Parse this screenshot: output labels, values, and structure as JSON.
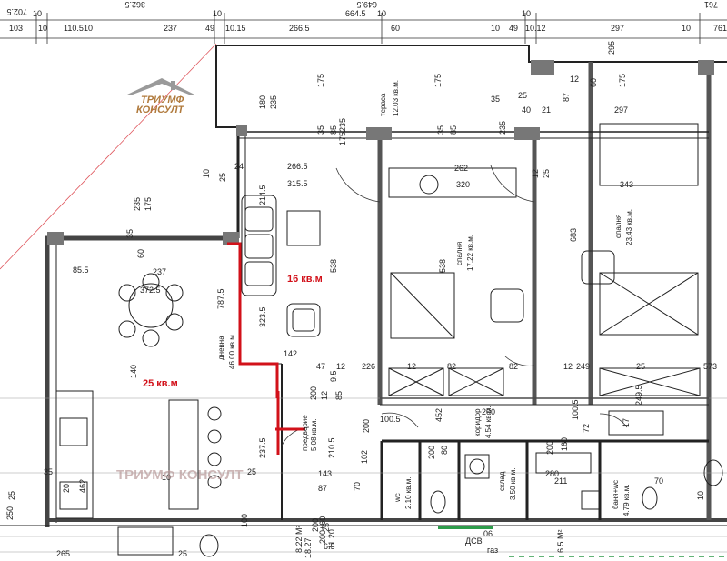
{
  "logo": {
    "line1": "ТРИУМФ",
    "line2": "КОНСУЛТ"
  },
  "watermark": "ТРИУМФ КОНСУЛТ",
  "highlights": [
    {
      "id": "area-16",
      "text": "16 кв.м"
    },
    {
      "id": "area-25",
      "text": "25 кв.м"
    }
  ],
  "rooms": [
    {
      "id": "terrace",
      "name": "тераса",
      "area": "12.03 кв.м."
    },
    {
      "id": "bedroom1",
      "name": "спалня",
      "area": "17.22 кв.м."
    },
    {
      "id": "bedroom2",
      "name": "спалня",
      "area": "23.43 кв.м."
    },
    {
      "id": "living",
      "name": "дневна",
      "area": "46.00 кв.м."
    },
    {
      "id": "hall",
      "name": "предверие",
      "area": "5.08 кв.м."
    },
    {
      "id": "corridor",
      "name": "коридор",
      "area": "4.54 кв.м."
    },
    {
      "id": "storage",
      "name": "склад",
      "area": "3.50 кв.м."
    },
    {
      "id": "bath",
      "name": "баня+wc",
      "area": "4.79 кв.м."
    },
    {
      "id": "wc",
      "name": "wc",
      "area": "2.10 кв.м."
    }
  ],
  "top_dims": {
    "row1": [
      "10",
      "702.5",
      "10",
      "362.5",
      "10",
      "649.5",
      "10",
      "761"
    ],
    "row2": [
      "103",
      "10",
      "110.5",
      "10",
      "237",
      "49",
      "10.15",
      "266.5",
      "60",
      "664.5",
      "10",
      "49",
      "10.12",
      "297",
      "10",
      "761"
    ]
  },
  "dimensions": [
    "180",
    "235",
    "175",
    "175",
    "175",
    "60",
    "295",
    "175",
    "297",
    "35",
    "85",
    "235",
    "35",
    "85",
    "235",
    "87",
    "12",
    "25",
    "35",
    "21",
    "40",
    "266.5",
    "315.5",
    "24",
    "25",
    "10",
    "262",
    "320",
    "343",
    "12",
    "25",
    "214.5",
    "538",
    "538",
    "683",
    "235",
    "175",
    "35",
    "60",
    "85.5",
    "237",
    "372.5",
    "787.5",
    "323.5",
    "142",
    "47",
    "12",
    "226",
    "12",
    "82",
    "82",
    "12",
    "249",
    "25",
    "573",
    "140",
    "200",
    "12",
    "9.5",
    "85",
    "200",
    "100.5",
    "452",
    "200",
    "100.5",
    "72",
    "17",
    "249.5",
    "237.5",
    "210.5",
    "143",
    "102",
    "87",
    "70",
    "200",
    "80",
    "200",
    "160",
    "280",
    "211",
    "70",
    "10",
    "25",
    "35",
    "20",
    "462",
    "10",
    "25",
    "250",
    "265",
    "25",
    "100",
    "200",
    "25",
    "6.5",
    "11.20",
    "8.22 М²",
    "18.27",
    "6.5 М²",
    "200+60",
    "ДСВ",
    "06",
    "газ"
  ]
}
